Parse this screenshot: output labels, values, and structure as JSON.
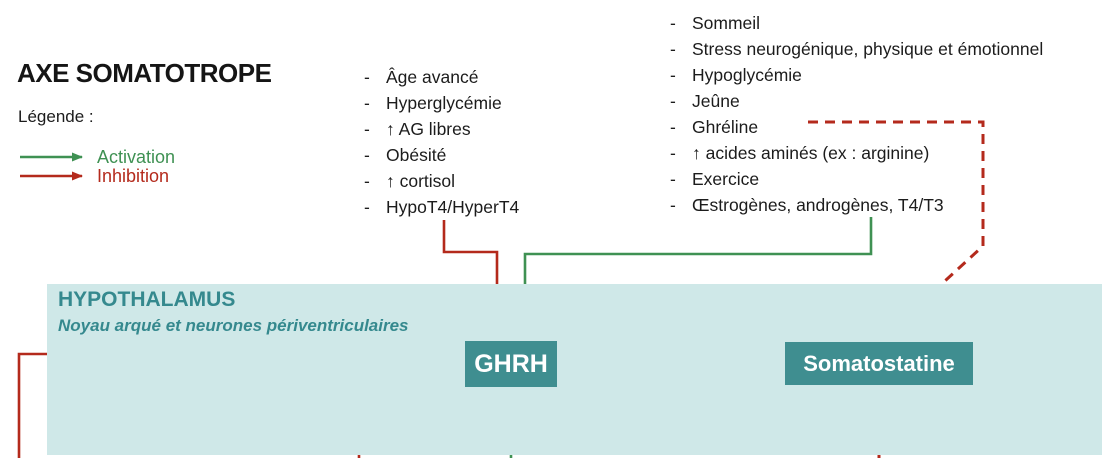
{
  "bullet": "-",
  "title": "AXE SOMATOTROPE",
  "legend": {
    "label": "Légende :",
    "activation": "Activation",
    "inhibition": "Inhibition"
  },
  "inhibitors": {
    "items": [
      "Âge avancé",
      "Hyperglycémie",
      "↑ AG libres",
      "Obésité",
      "↑ cortisol",
      "HypoT4/HyperT4"
    ]
  },
  "activators": {
    "items": [
      "Sommeil",
      "Stress neurogénique, physique et émotionnel",
      "Hypoglycémie",
      "Jeûne",
      "Ghréline",
      "↑ acides aminés (ex : arginine)",
      "Exercice",
      "Œstrogènes, androgènes, T4/T3"
    ]
  },
  "hypothalamus": {
    "title": "HYPOTHALAMUS",
    "subtitle": "Noyau arqué et neurones périventriculaires"
  },
  "nodes": {
    "ghrh": "GHRH",
    "somatostatine": "Somatostatine"
  },
  "colors": {
    "activation": "#3f9153",
    "inhibition": "#b42a1c",
    "band": "#cfe8e8",
    "node": "#3f8e90",
    "teal-text": "#35898e",
    "text": "#1c1c1c"
  }
}
